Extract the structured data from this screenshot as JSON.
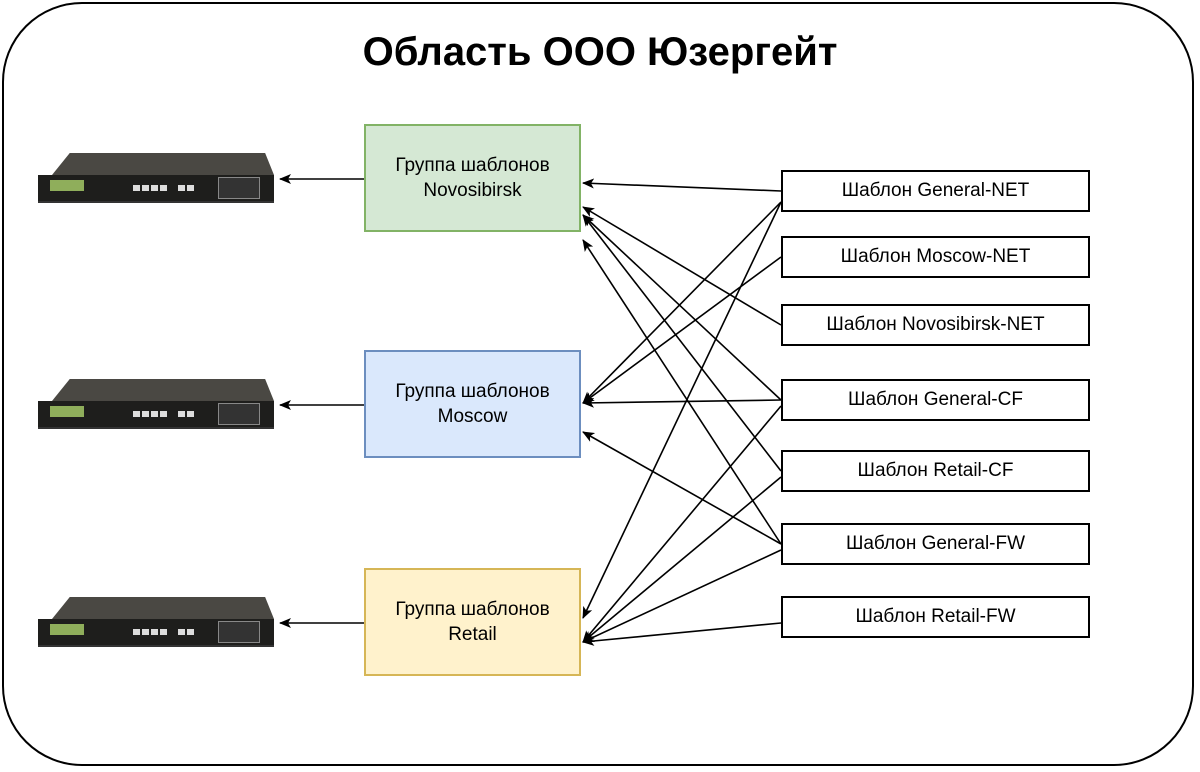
{
  "title": "Область ООО Юзергейт",
  "groups": [
    {
      "id": "novosibirsk",
      "line1": "Группа шаблонов",
      "line2": "Novosibirsk",
      "fill": "#d5e8d4",
      "stroke": "#82b366"
    },
    {
      "id": "moscow",
      "line1": "Группа шаблонов",
      "line2": "Moscow",
      "fill": "#dae8fc",
      "stroke": "#6c8ebf"
    },
    {
      "id": "retail",
      "line1": "Группа шаблонов",
      "line2": "Retail",
      "fill": "#fff2cc",
      "stroke": "#d6b656"
    }
  ],
  "templates": [
    {
      "id": "general-net",
      "label": "Шаблон General-NET"
    },
    {
      "id": "moscow-net",
      "label": "Шаблон Moscow-NET"
    },
    {
      "id": "novosibirsk-net",
      "label": "Шаблон Novosibirsk-NET"
    },
    {
      "id": "general-cf",
      "label": "Шаблон General-CF"
    },
    {
      "id": "retail-cf",
      "label": "Шаблон Retail-CF"
    },
    {
      "id": "general-fw",
      "label": "Шаблон General-FW"
    },
    {
      "id": "retail-fw",
      "label": "Шаблон Retail-FW"
    }
  ],
  "devices": [
    {
      "icon": "usergate-appliance-icon"
    },
    {
      "icon": "usergate-appliance-icon"
    },
    {
      "icon": "usergate-appliance-icon"
    }
  ],
  "edges": [
    [
      "general-net",
      "novosibirsk"
    ],
    [
      "general-net",
      "moscow"
    ],
    [
      "general-net",
      "retail"
    ],
    [
      "moscow-net",
      "moscow"
    ],
    [
      "novosibirsk-net",
      "novosibirsk"
    ],
    [
      "general-cf",
      "novosibirsk"
    ],
    [
      "general-cf",
      "moscow"
    ],
    [
      "general-cf",
      "retail"
    ],
    [
      "retail-cf",
      "novosibirsk"
    ],
    [
      "retail-cf",
      "retail"
    ],
    [
      "general-fw",
      "novosibirsk"
    ],
    [
      "general-fw",
      "moscow"
    ],
    [
      "general-fw",
      "retail"
    ],
    [
      "retail-fw",
      "retail"
    ],
    [
      "novosibirsk",
      "device-0"
    ],
    [
      "moscow",
      "device-1"
    ],
    [
      "retail",
      "device-2"
    ]
  ]
}
